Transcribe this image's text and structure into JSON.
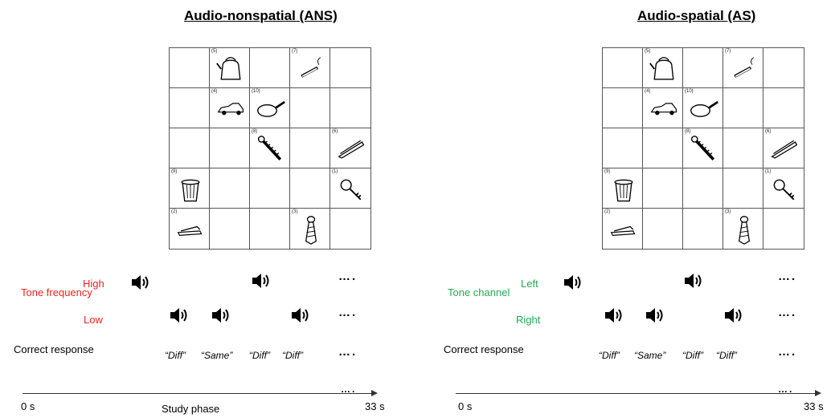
{
  "panels": [
    {
      "title": "Audio-nonspatial (ANS)",
      "condition_label": "Tone frequency",
      "row1_label": "High",
      "row2_label": "Low",
      "response_label": "Correct response",
      "responses": [
        "“Diff”",
        "“Same”",
        "“Diff”",
        "“Diff”"
      ],
      "time_start": "0 s",
      "time_end": "33 s",
      "phase_label": "Study phase",
      "label_color": "#ee2222"
    },
    {
      "title": "Audio-spatial (AS)",
      "condition_label": "Tone channel",
      "row1_label": "Left",
      "row2_label": "Right",
      "response_label": "Correct response",
      "responses": [
        "“Diff”",
        "“Same”",
        "“Diff”",
        "“Diff”"
      ],
      "time_start": "0 s",
      "time_end": "33 s",
      "label_color": "#22aa55"
    }
  ],
  "grid_numbers": {
    "r0c1": "(5)",
    "r0c3": "(7)",
    "r1c1": "(4)",
    "r1c2": "(10)",
    "r2c2": "(8)",
    "r2c4": "(6)",
    "r3c0": "(9)",
    "r3c4": "(1)",
    "r4c0": "(2)",
    "r4c3": "(3)"
  },
  "grid_objects": {
    "r0c1": "kettle-icon",
    "r0c3": "cigarette-icon",
    "r1c1": "car-icon",
    "r1c2": "frying-pan-icon",
    "r2c2": "screw-icon",
    "r2c4": "nail-clipper-icon",
    "r3c0": "trash-can-icon",
    "r3c4": "key-icon",
    "r4c0": "stapler-icon",
    "r4c3": "necktie-icon"
  },
  "ellipsis": "…."
}
